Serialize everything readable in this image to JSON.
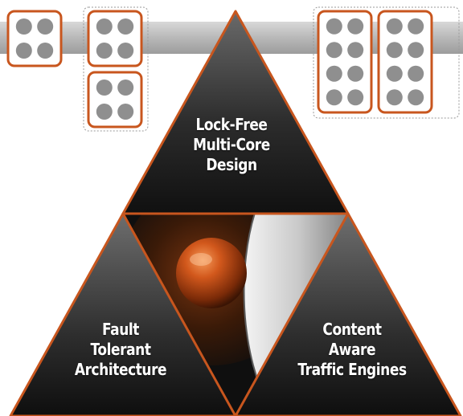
{
  "triangles": {
    "top": {
      "lines": [
        "Lock-Free",
        "Multi-Core",
        "Design"
      ]
    },
    "left": {
      "lines": [
        "Fault",
        "Tolerant",
        "Architecture"
      ]
    },
    "right": {
      "lines": [
        "Content",
        "Aware",
        "Traffic Engines"
      ]
    }
  },
  "colors": {
    "accent": "#c8561e",
    "triangle_dark": "#1a1a1a",
    "triangle_mid": "#5a5a5a",
    "bar": "#bdbdbd",
    "core_dot": "#8f8f8f",
    "orb": "#c04a12"
  },
  "icons": {
    "core_chip": "core-chip-icon",
    "orb": "orb-graphic"
  }
}
